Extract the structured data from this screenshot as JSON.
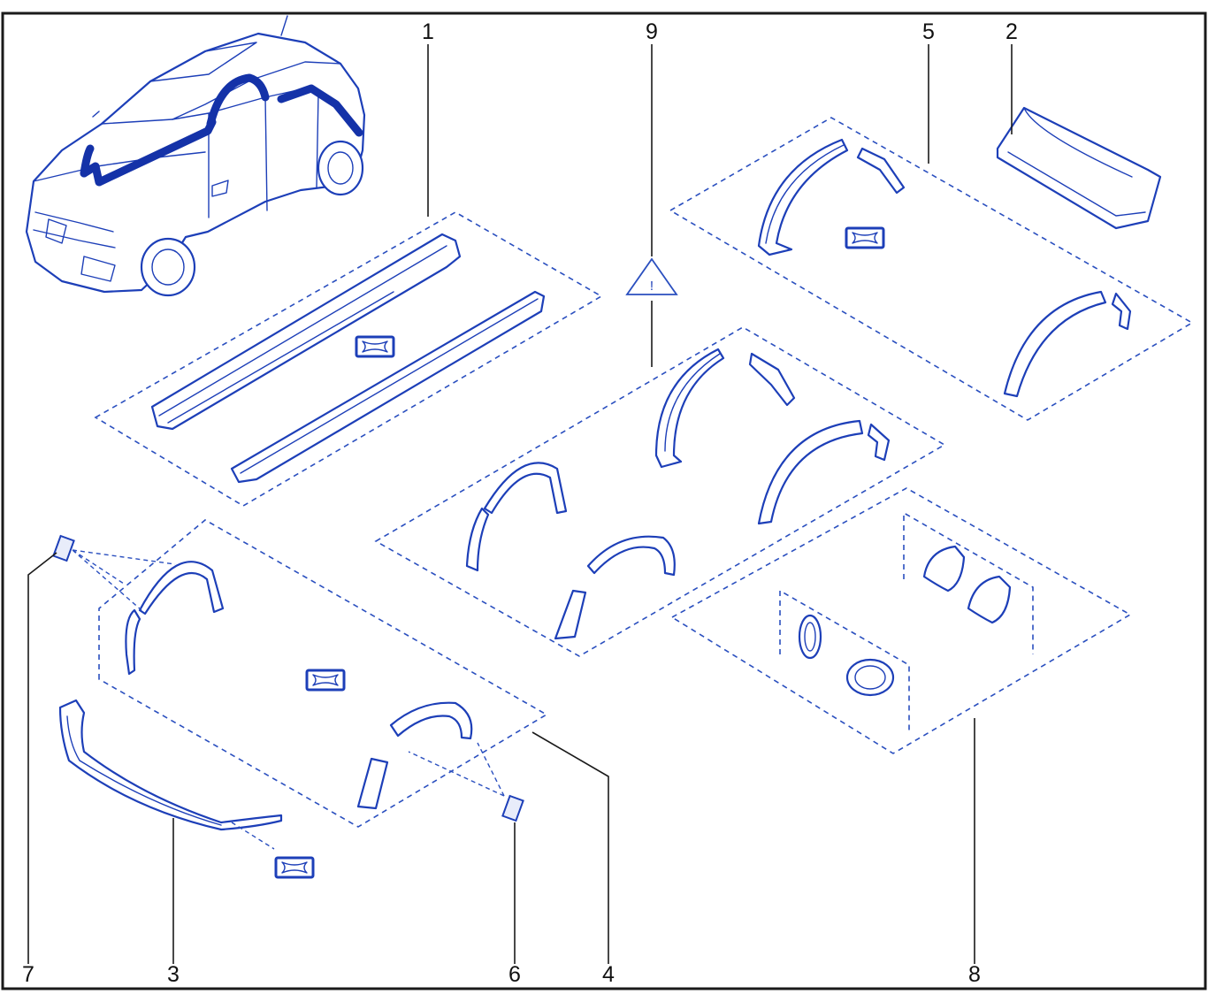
{
  "diagram": {
    "callouts": [
      {
        "id": "1",
        "label": "1"
      },
      {
        "id": "9",
        "label": "9"
      },
      {
        "id": "5",
        "label": "5"
      },
      {
        "id": "2",
        "label": "2"
      },
      {
        "id": "7",
        "label": "7"
      },
      {
        "id": "3",
        "label": "3"
      },
      {
        "id": "6",
        "label": "6"
      },
      {
        "id": "4",
        "label": "4"
      },
      {
        "id": "8",
        "label": "8"
      }
    ],
    "warning_symbol": "!",
    "icons": {
      "car": "hatchback-car-icon",
      "package": "package-symbol-icon",
      "warning": "warning-triangle-icon"
    },
    "colors": {
      "line_art": "#1d3fb8",
      "dashed_outline": "#2a4fbf",
      "callout_text": "#111111"
    }
  }
}
